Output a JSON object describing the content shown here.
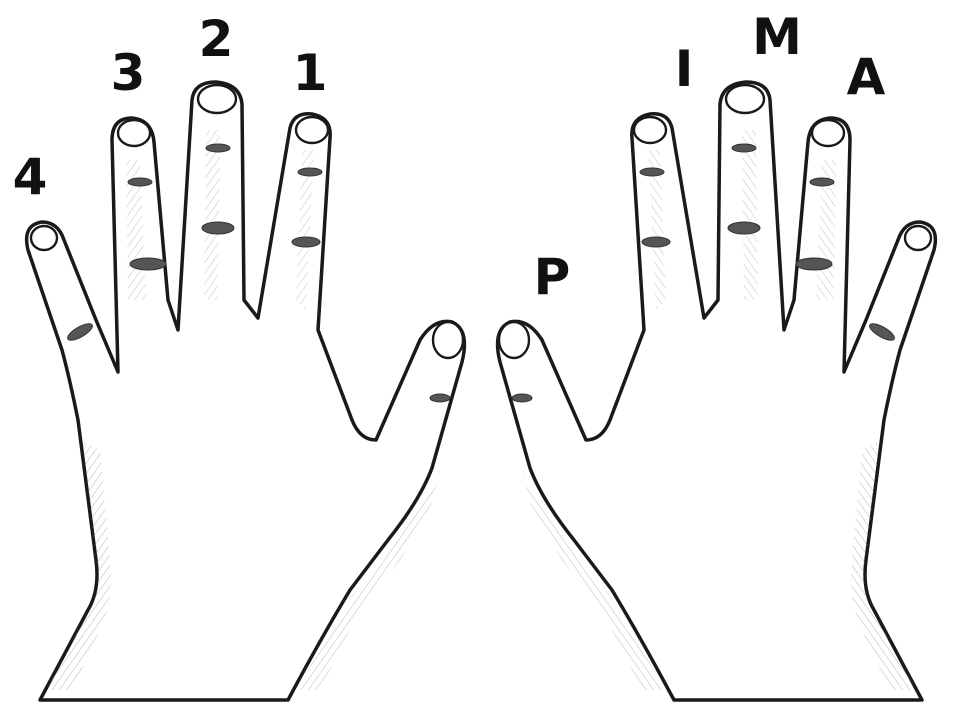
{
  "diagram": {
    "left_hand": {
      "fingers": [
        {
          "key": "little",
          "label": "4"
        },
        {
          "key": "ring",
          "label": "3"
        },
        {
          "key": "middle",
          "label": "2"
        },
        {
          "key": "index",
          "label": "1"
        }
      ]
    },
    "right_hand": {
      "fingers": [
        {
          "key": "thumb",
          "label": "P"
        },
        {
          "key": "index",
          "label": "I"
        },
        {
          "key": "middle",
          "label": "M"
        },
        {
          "key": "ring",
          "label": "A"
        }
      ]
    }
  }
}
